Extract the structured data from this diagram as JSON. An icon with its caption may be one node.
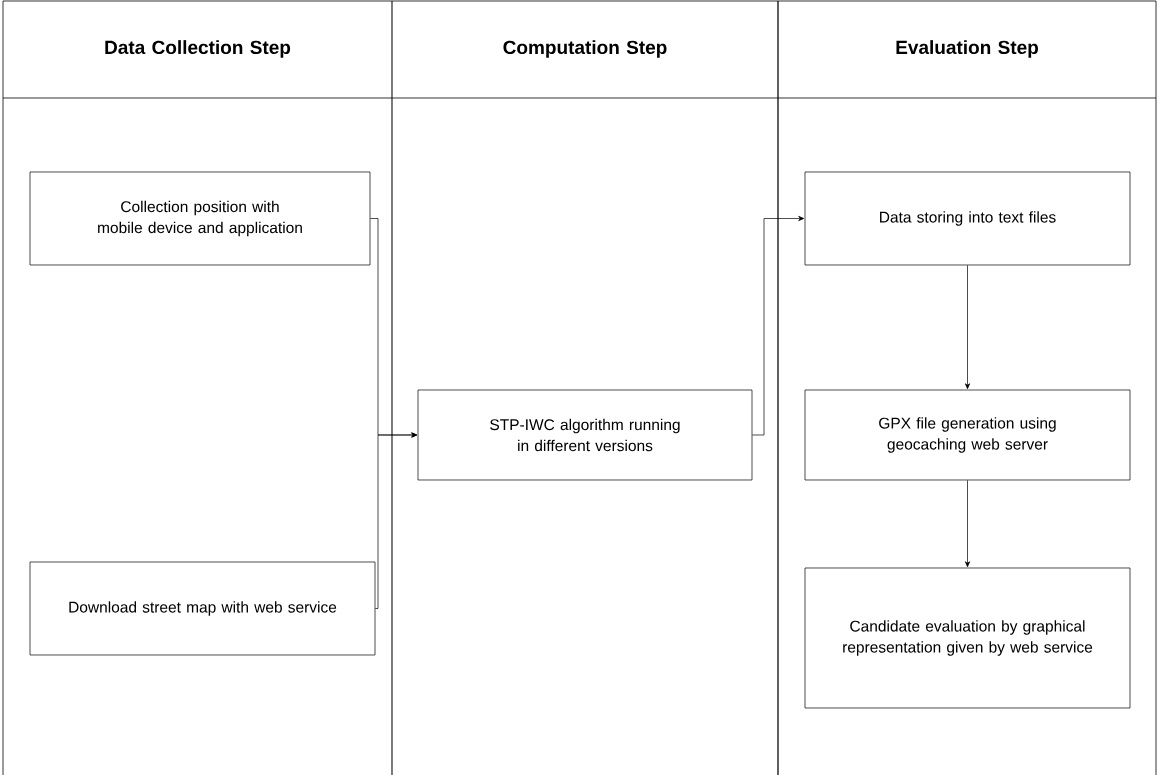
{
  "diagram": {
    "nodes": [
      {
        "text": [
          "Data Collection Step"
        ]
      },
      {
        "text": [
          "Computation Step"
        ]
      },
      {
        "text": [
          "Evaluation Step"
        ]
      },
      {
        "text": [
          "Collection position with mobile device and application"
        ],
        "in": 0
      },
      {
        "text": [
          "Download street map with web service"
        ],
        "in": 0
      },
      {
        "text": [
          "STP-IWC algorithm running in different versions"
        ],
        "in": 1
      },
      {
        "text": [
          "Data storing into text files"
        ],
        "in": 2
      },
      {
        "text": [
          "GPX file generation using geocaching web server"
        ],
        "in": 2
      },
      {
        "text": [
          "Candidate evaluation by graphical representation given by web service"
        ],
        "in": 2
      }
    ],
    "edges": [
      {
        "from": 3,
        "to": 5,
        "arrow": "to"
      },
      {
        "from": 4,
        "to": 5,
        "arrow": "to"
      },
      {
        "from": 5,
        "to": 6,
        "arrow": "to"
      },
      {
        "from": 6,
        "to": 7,
        "arrow": "to"
      },
      {
        "from": 7,
        "to": 8,
        "arrow": "to"
      }
    ]
  }
}
